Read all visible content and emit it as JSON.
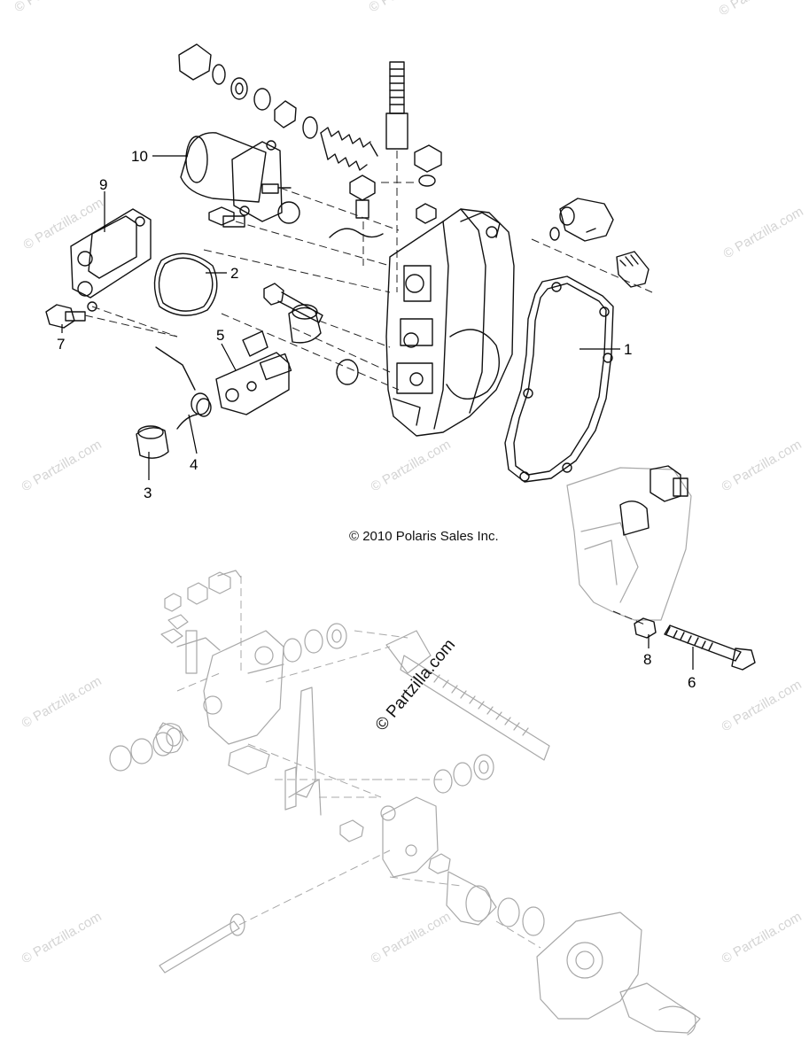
{
  "watermark": "© Partzilla.com",
  "copyright": "© 2010 Polaris Sales Inc.",
  "diagram_watermark": "© Partzilla.com",
  "callouts": {
    "c1": "1",
    "c2": "2",
    "c3": "3",
    "c4": "4",
    "c5": "5",
    "c6": "6",
    "c7": "7",
    "c8": "8",
    "c9": "9",
    "c10": "10"
  }
}
